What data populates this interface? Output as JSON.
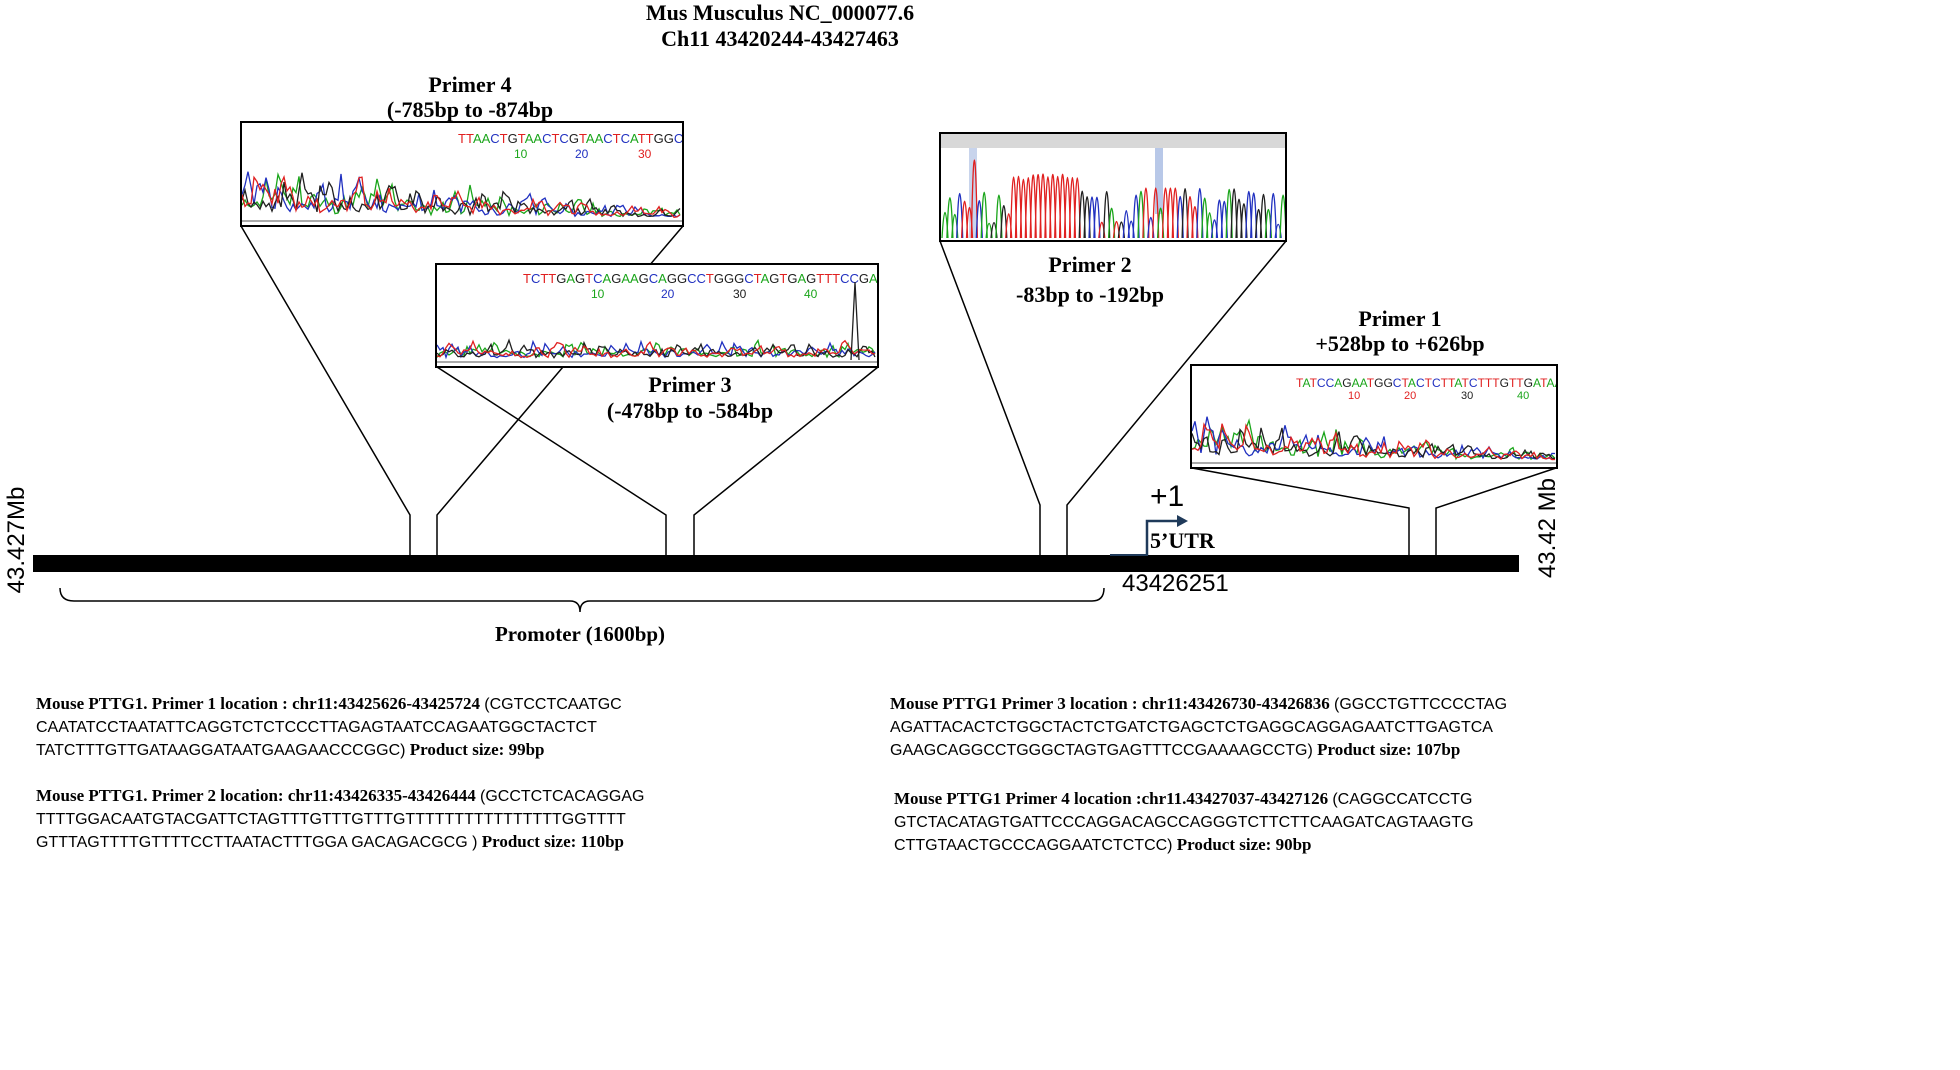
{
  "header": {
    "organism": "Mus Musculus NC_000077.6",
    "region": "Ch11 43420244-43427463"
  },
  "axis": {
    "left_label": "43.427Mb",
    "right_label": "43.42 Mb",
    "tss_label": "+1",
    "utr_label": "5’UTR",
    "tss_coord": "43426251",
    "promoter_label": "Promoter  (1600bp)"
  },
  "primers": {
    "p4": {
      "title": "Primer 4",
      "range": "(-785bp to -874bp",
      "sequence": "TTAACTGTAACTCGTAACTCATTGGCCCCTCCGA",
      "ticks": [
        "10",
        "20",
        "30"
      ]
    },
    "p3": {
      "title": "Primer 3",
      "range": "(-478bp to -584bp",
      "sequence": "TCTTGAGTCAGAAGCAGGCCTGGGCTAGTGAGTTTCCGAAAAGCCT",
      "ticks": [
        "10",
        "20",
        "30",
        "40"
      ]
    },
    "p2": {
      "title": "Primer 2",
      "range": "-83bp to -192bp"
    },
    "p1": {
      "title": "Primer 1",
      "range": "+528bp to +626bp",
      "sequence": "TATCCAGAATGGCTACTCTTATCTTTGTTGATAAGGATAATGAAGAAC",
      "ticks": [
        "10",
        "20",
        "30",
        "40"
      ]
    }
  },
  "descriptions": [
    {
      "head": "Mouse  PTTG1.  Primer  1  location  : chr11:43425626-43425724",
      "lines": [
        "(CGTCCTCAATGC",
        "CAATATCCTAATATTCAGGTCTCTCCCTTAGAGTAATCCAGAATGGCTACTCT",
        "TATCTTTGTTGATAAGGATAATGAAGAACCCGGC)"
      ],
      "product": "Product  size: 99bp"
    },
    {
      "head": "Mouse PTTG1.  Primer 2 location:  chr11:43426335-43426444",
      "lines": [
        "(GCCTCTCACAGGAG",
        "TTTTGGACAATGTACGATTCTAGTTTGTTTGTTTGTTTTTTTTTTTTTTTTGGTTTT",
        "GTTTAGTTTTGTTTTCCTTAATACTTTGGA  GACAGACGCG   )"
      ],
      "product": "Product  size: 110bp"
    },
    {
      "head": "Mouse  PTTG1  Primer 3 location  : chr11:43426730-43426836",
      "lines": [
        "(GGCCTGTTCCCCTAG",
        "AGATTACACTCTGGCTACTCTGATCTGAGCTCTGAGGCAGGAGAATCTTGAGTCA",
        "GAAGCAGGCCTGGGCTAGTGAGTTTCCGAAAAGCCTG)"
      ],
      "product": "Product  size: 107bp"
    },
    {
      "head": "Mouse PTTG1  Primer  4 location :chr11.43427037-43427126",
      "lines": [
        "(CAGGCCATCCTG",
        "GTCTACATAGTGATTCCCAGGACAGCCAGGGTCTTCTTCAAGATCAGTAAGTG",
        "CTTGTAACTGCCCAGGAATCTCTCC)"
      ],
      "product": "Product  size: 90bp"
    }
  ],
  "colors": {
    "A": "#1aa51a",
    "C": "#2030c0",
    "G": "#202020",
    "T": "#e02020",
    "bar": "#000000"
  }
}
